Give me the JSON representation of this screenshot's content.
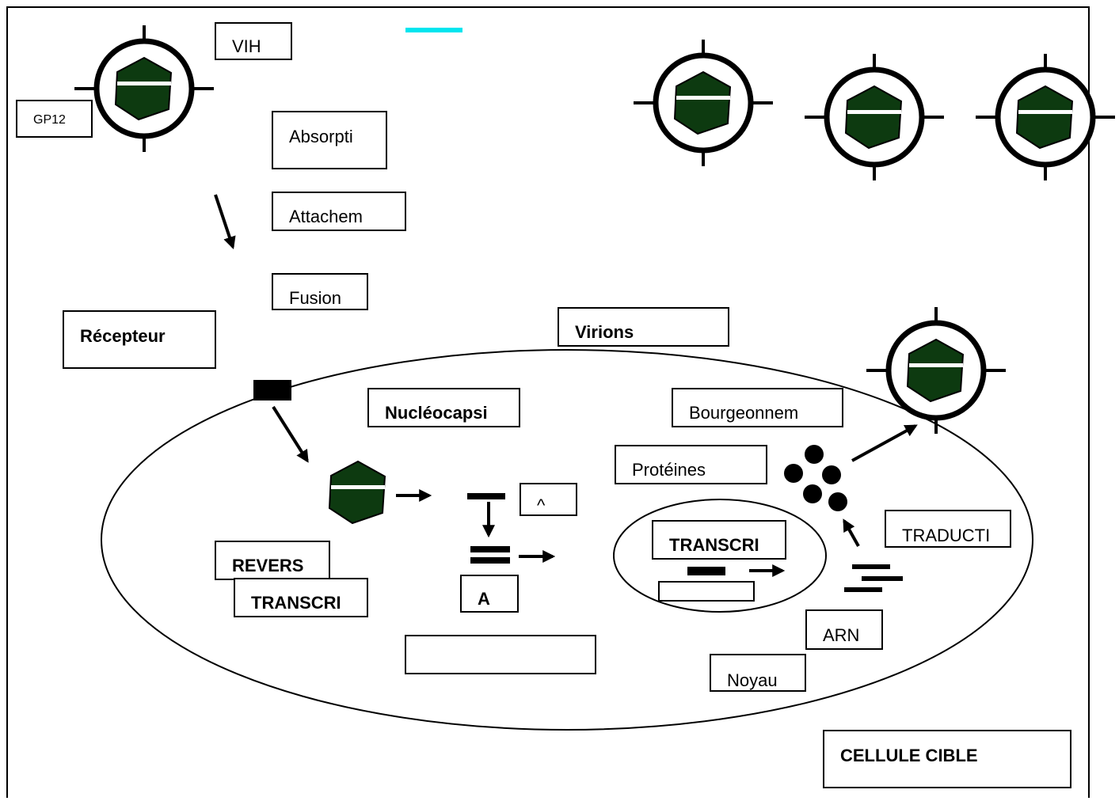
{
  "labels": {
    "vih": "VIH",
    "gp12": "GP12",
    "absorpti": "Absorpti",
    "attachem": "Attachem",
    "fusion": "Fusion",
    "recepteur": "Récepteur",
    "virions": "Virions",
    "nucleocapsi": "Nucléocapsi",
    "bourgeonnem": "Bourgeonnem",
    "proteines": "Protéines",
    "caret": "^",
    "transcri_noyau": "TRANSCRI",
    "traducti": "TRADUCTI",
    "revers": "REVERS",
    "transcri_rev": "TRANSCRI",
    "a": "A",
    "arn": "ARN",
    "noyau": "Noyau",
    "empty_adn": "",
    "empty_noyau": "",
    "cellule_cible": "CELLULE CIBLE"
  },
  "colors": {
    "capsid": "#0d3a10",
    "accent_bar": "#00e5ef",
    "stroke": "#000000"
  }
}
